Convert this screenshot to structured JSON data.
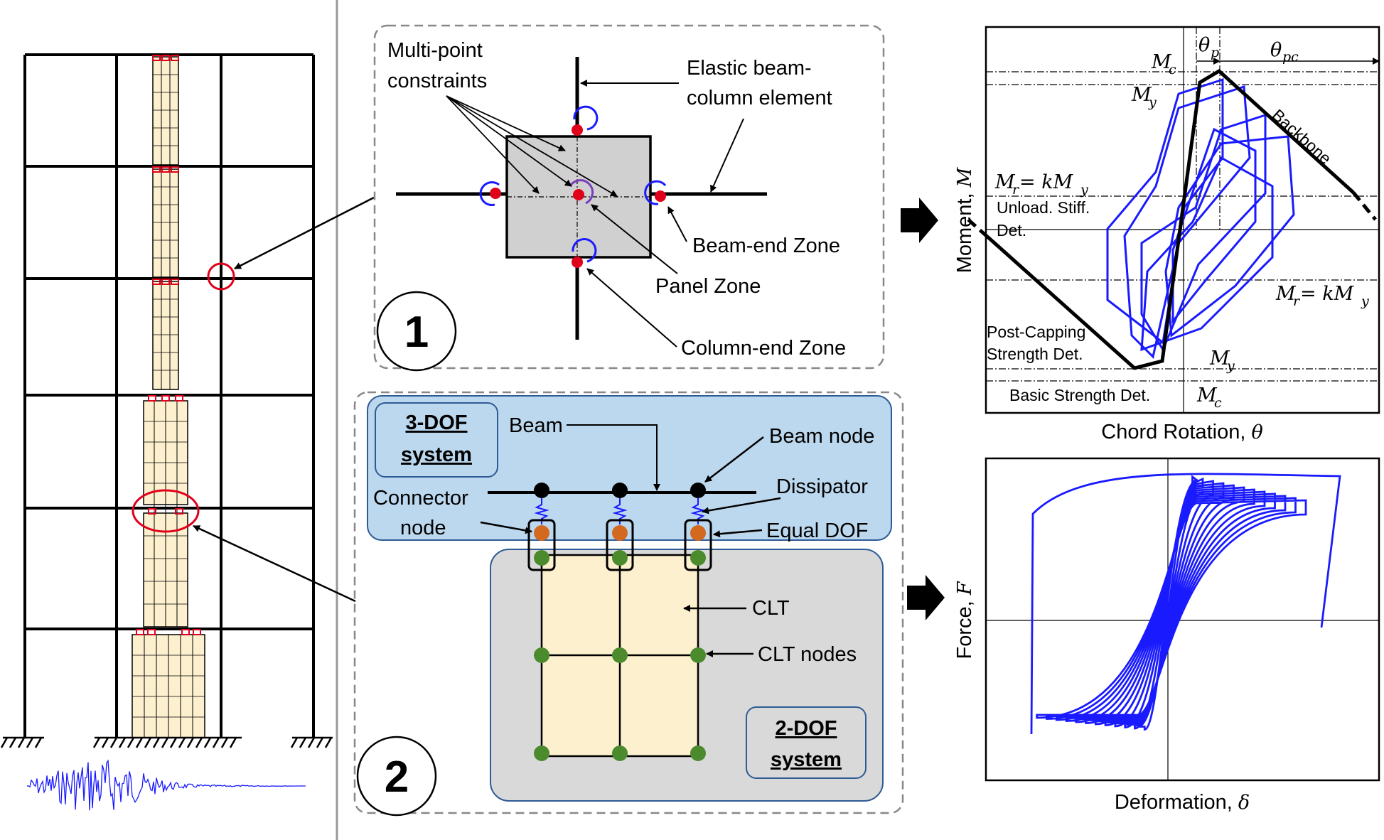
{
  "panel1": {
    "number": "1",
    "multipoint_label_line1": "Multi-point",
    "multipoint_label_line2": "constraints",
    "elastic_label_line1": "Elastic beam-",
    "elastic_label_line2": "column element",
    "beam_end_zone": "Beam-end Zone",
    "panel_zone": "Panel Zone",
    "column_end_zone": "Column-end Zone"
  },
  "panel2": {
    "number": "2",
    "three_dof_line1": "3-DOF",
    "three_dof_line2": "system",
    "two_dof_line1": "2-DOF",
    "two_dof_line2": "system",
    "beam": "Beam",
    "beam_node": "Beam node",
    "dissipator": "Dissipator",
    "connector_line1": "Connector",
    "connector_line2": "node",
    "equal_dof": "Equal DOF",
    "clt": "CLT",
    "clt_nodes": "CLT nodes"
  },
  "moment_plot": {
    "ylabel_text": "Moment, ",
    "ylabel_symbol": "M",
    "xlabel_text": "Chord Rotation, ",
    "xlabel_symbol": "θ",
    "backbone": "Backbone",
    "unload_line1": "Unload. Stiff.",
    "unload_line2": "Det.",
    "postcap_line1": "Post-Capping",
    "postcap_line2": "Strength Det.",
    "basic_strength": "Basic Strength Det.",
    "mc_main": "M",
    "mc_sub": "c",
    "my_main": "M",
    "my_sub": "y",
    "mr_main": "M",
    "mr_sub": "r",
    "mr_rhs": " = kM",
    "mr_rhs_sub": "y",
    "theta_p_main": "θ",
    "theta_p_sub": "p",
    "theta_pc_main": "θ",
    "theta_pc_sub": "pc"
  },
  "force_plot": {
    "ylabel_text": "Force, ",
    "ylabel_symbol": "F",
    "xlabel_text": "Deformation, ",
    "xlabel_symbol": "δ"
  },
  "colors": {
    "frame": "#000000",
    "clt_fill": "#fdf0cf",
    "hysteresis": "#1a1aff",
    "highlight": "#e0001a",
    "connector_node": "#d2691e",
    "clt_node": "#4c8a2e",
    "system3_fill": "#bcd8ee",
    "system2_fill": "#d9d9d9",
    "panel_zone_fill": "#d0d0d0"
  }
}
